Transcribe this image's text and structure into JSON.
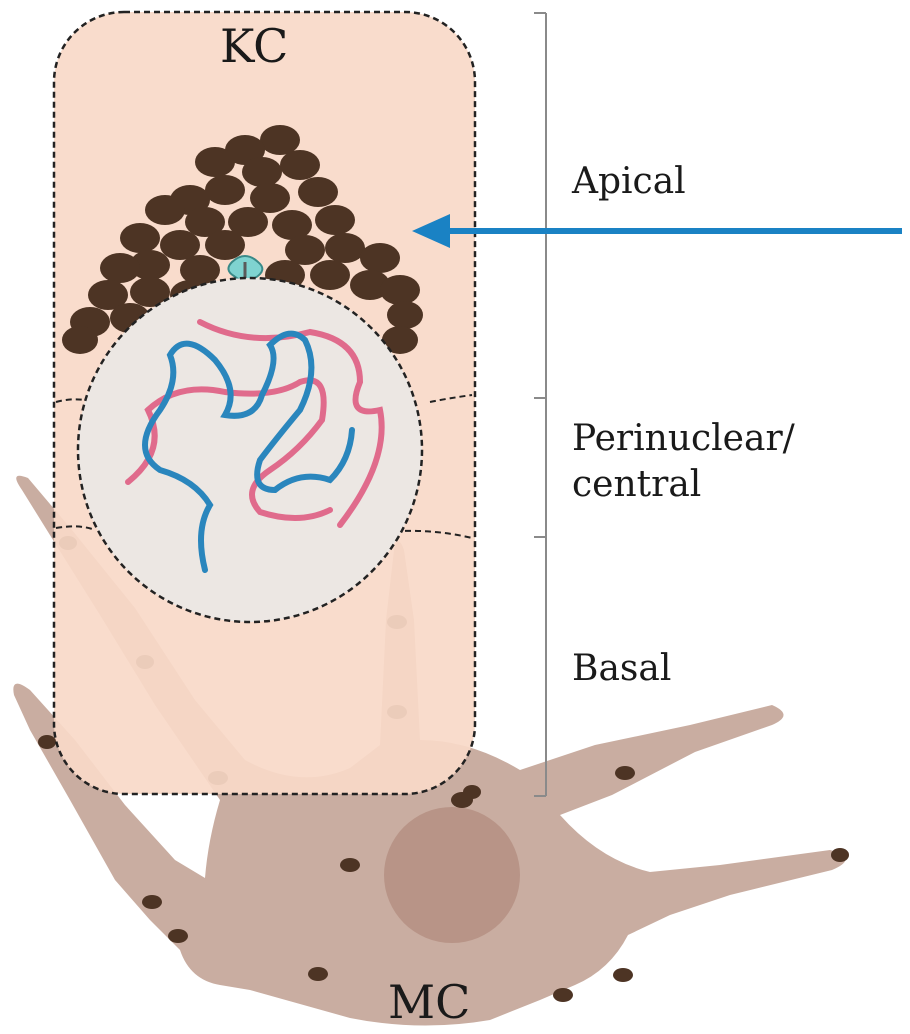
{
  "cell_labels": {
    "keratinocyte": "KC",
    "melanocyte": "MC"
  },
  "regions": {
    "apical": "Apical",
    "perinuclear_line1": "Perinuclear/",
    "perinuclear_line2": "central",
    "basal": "Basal"
  },
  "colors": {
    "keratinocyte_fill": "#f8d9c8",
    "melanocyte_fill": "#c9ada1",
    "melanin": "#4d3424",
    "nucleus_fill": "#ece7e3",
    "arrow": "#1a82c4",
    "dna_blue": "#2a86bd",
    "dna_pink": "#e06b8c"
  }
}
